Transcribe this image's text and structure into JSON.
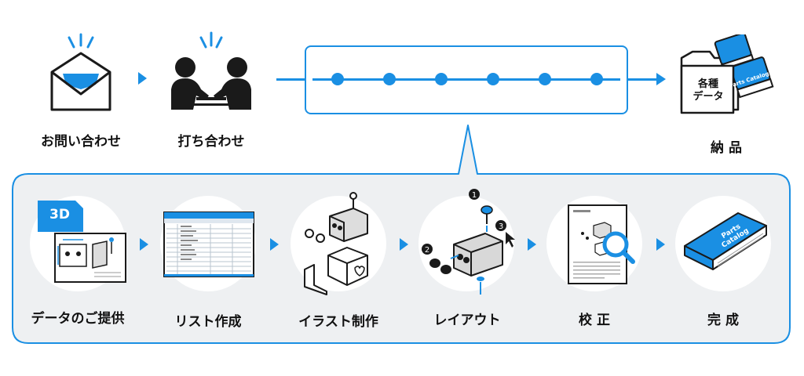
{
  "top_steps": [
    {
      "label": "お問い合わせ",
      "icon": "envelope-icon"
    },
    {
      "label": "打ち合わせ",
      "icon": "meeting-icon"
    },
    {
      "label": "納 品",
      "icon": "delivery-box-icon"
    }
  ],
  "delivery_box": {
    "line1": "各種",
    "line2": "データ",
    "book_text": "Parts Catalog"
  },
  "process_steps": [
    {
      "label": "データのご提供",
      "icon": "3d-data-icon",
      "badge": "3D"
    },
    {
      "label": "リスト作成",
      "icon": "spreadsheet-icon"
    },
    {
      "label": "イラスト制作",
      "icon": "illustration-parts-icon"
    },
    {
      "label": "レイアウト",
      "icon": "layout-parts-icon"
    },
    {
      "label": "校 正",
      "icon": "proofreading-icon"
    },
    {
      "label": "完 成",
      "icon": "catalog-book-icon",
      "book_text": "Parts Catalog"
    }
  ],
  "timeline_dot_count": 6,
  "colors": {
    "accent": "#1a8fe3",
    "panel_bg": "#eef0f2",
    "dark": "#1a1a1a"
  }
}
